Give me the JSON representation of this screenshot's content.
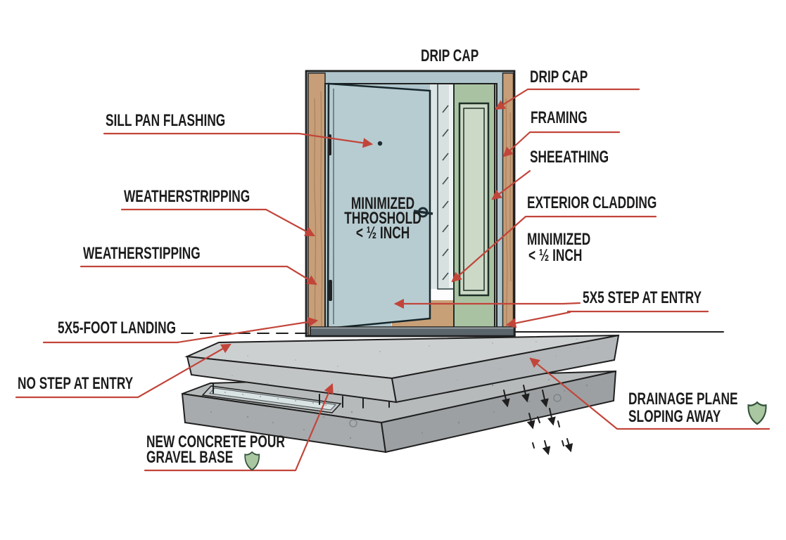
{
  "diagram": {
    "title_context": "door entry water-management construction detail",
    "labels": {
      "drip_cap_top": "DRIP CAP",
      "drip_cap_right": "DRIP CAP",
      "framing": "FRAMING",
      "sheathing": "SHEEATHING",
      "exterior_cladding": "EXTERIOR CLADDING",
      "minimized_right": {
        "line1": "MINIMIZED",
        "line2": "< ½ INCH"
      },
      "step_at_entry": "5X5 STEP AT ENTRY",
      "landing": "5X5-FOOT LANDING",
      "no_step_at_entry": "NO STEP AT ENTRY",
      "new_concrete": {
        "line1": "NEW CONCRETE POUR",
        "line2": "GRAVEL BASE"
      },
      "drainage": {
        "line1": "DRAINAGE PLANE",
        "line2": "SLOPING AWAY"
      },
      "sill_pan_flashing": "SILL PAN FLASHING",
      "weatherstripping_upper": "WEATHERSTRIPPING",
      "weatherstripping_lower": "WEATHERSTIPPING",
      "door_threshold": {
        "line1": "MINIMIZED",
        "line2": "THROSHOLD",
        "line3": "< ½ INCH"
      }
    },
    "icons": {
      "gravel_base_badge": "shield-icon",
      "drainage_badge": "shield-icon"
    },
    "colors": {
      "background": "#ffffff",
      "ink": "#1c1c1c",
      "leader_red": "#c2453a",
      "door_blue": "#b7ccd1",
      "frame_blue": "#afc5cb",
      "wood_tan": "#c79e77",
      "sidelite_green": "#a9c3a2",
      "glass_green": "#cbd9c6",
      "interior_tan": "#c8a077",
      "threshold_gray": "#5a646b",
      "slab_light": "#cdd0d1",
      "slab_dark": "#b6babb",
      "shield_green": "#a9c8a2"
    }
  }
}
